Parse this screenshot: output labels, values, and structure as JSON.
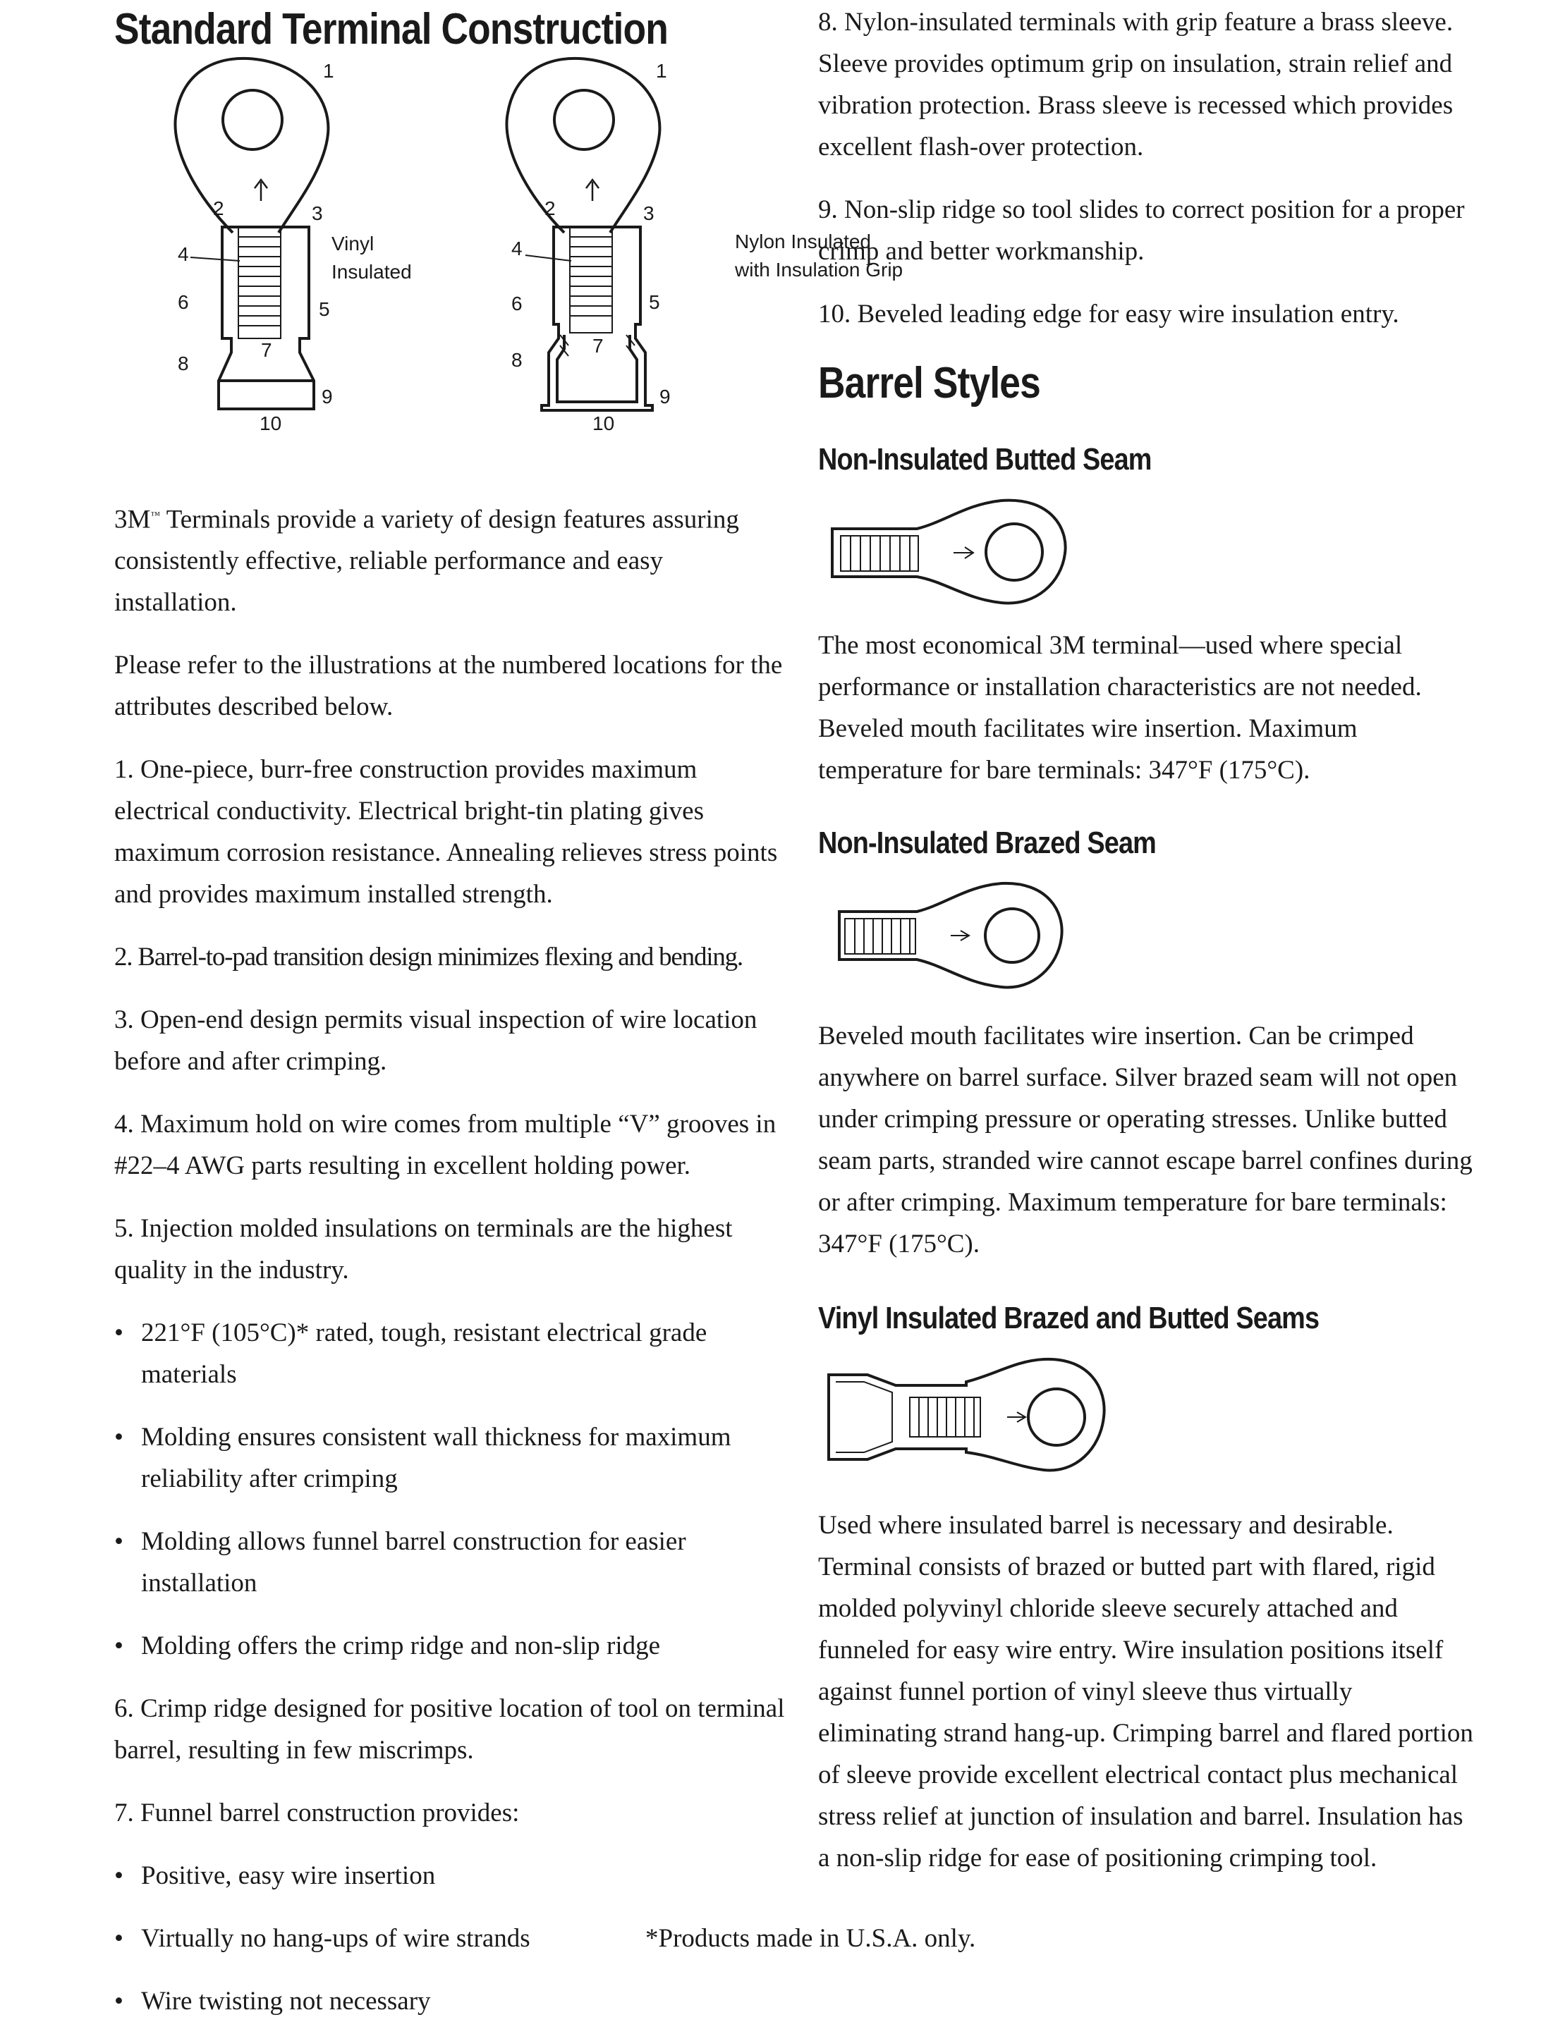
{
  "left": {
    "title": "Standard Terminal Construction",
    "diagram_vinyl": {
      "caption_line1": "Vinyl",
      "caption_line2": "Insulated",
      "callouts": [
        "1",
        "2",
        "3",
        "4",
        "5",
        "6",
        "7",
        "8",
        "9",
        "10"
      ]
    },
    "diagram_nylon": {
      "caption_line1": "Nylon Insulated",
      "caption_line2": "with Insulation Grip",
      "callouts": [
        "1",
        "2",
        "3",
        "4",
        "5",
        "6",
        "7",
        "8",
        "9",
        "10"
      ]
    },
    "intro_pre": "3M",
    "intro_tm": "™",
    "intro_post": " Terminals provide a variety of design features assuring consistently effective, reliable performance and easy installation.",
    "refer": "Please refer to the illustrations at the numbered locations for the attributes described below.",
    "item1": "1. One-piece, burr-free construction provides maximum electrical conductivity. Electrical bright-tin plating gives maximum corrosion resistance. Annealing relieves stress points and provides maximum installed strength.",
    "item2": "2. Barrel-to-pad transition design minimizes flexing and bending.",
    "item3": "3. Open-end design permits visual inspection of wire location before and after crimping.",
    "item4": "4. Maximum hold on wire comes from multiple “V” grooves in #22–4 AWG parts resulting in excellent holding power.",
    "item5": "5. Injection molded insulations on terminals are the highest quality in the industry.",
    "bullets5": [
      "221°F (105°C)* rated, tough, resistant electrical grade materials",
      "Molding ensures consistent wall thickness for maximum reliability after crimping",
      "Molding allows funnel barrel construction for easier installation",
      "Molding offers the crimp ridge and non-slip ridge"
    ],
    "item6": "6. Crimp ridge designed for positive location of tool on terminal barrel, resulting in few miscrimps.",
    "item7": "7. Funnel barrel construction provides:",
    "bullets7": [
      "Positive, easy wire insertion",
      "Virtually no hang-ups of wire strands",
      "Wire twisting not necessary"
    ]
  },
  "right": {
    "item8": "8. Nylon-insulated terminals with grip feature a brass sleeve. Sleeve provides optimum grip on insulation, strain relief and vibration protection. Brass sleeve is recessed which provides excellent flash-over protection.",
    "item9": "9. Non-slip ridge so tool slides to correct position for a proper crimp and better workmanship.",
    "item10": "10. Beveled leading edge for easy wire insulation entry.",
    "barrel_title": "Barrel Styles",
    "sec1_title": "Non-Insulated Butted Seam",
    "sec1_text": "The most economical 3M terminal—used where special performance or installation characteristics are not needed. Beveled mouth facilitates wire insertion. Maximum temperature for bare terminals: 347°F (175°C).",
    "sec2_title": "Non-Insulated Brazed Seam",
    "sec2_text": "Beveled mouth facilitates wire insertion. Can be crimped anywhere on barrel surface. Silver brazed seam will not open under crimping pressure or operating stresses. Unlike butted seam parts, stranded wire cannot escape barrel confines during or after crimping. Maximum temperature for bare terminals: 347°F (175°C).",
    "sec3_title": "Vinyl Insulated Brazed and Butted Seams",
    "sec3_text": "Used where insulated barrel is necessary and desirable. Terminal consists of brazed or butted part with flared, rigid molded polyvinyl chloride sleeve securely attached and funneled for easy wire entry. Wire insulation positions itself against funnel portion of vinyl sleeve thus virtually eliminating strand hang-up. Crimping barrel and flared portion of sleeve provide excellent electrical contact plus mechanical stress relief at junction of insulation and barrel. Insulation has a non-slip ridge for ease of positioning crimping tool."
  },
  "footnote": "*Products made in U.S.A. only."
}
